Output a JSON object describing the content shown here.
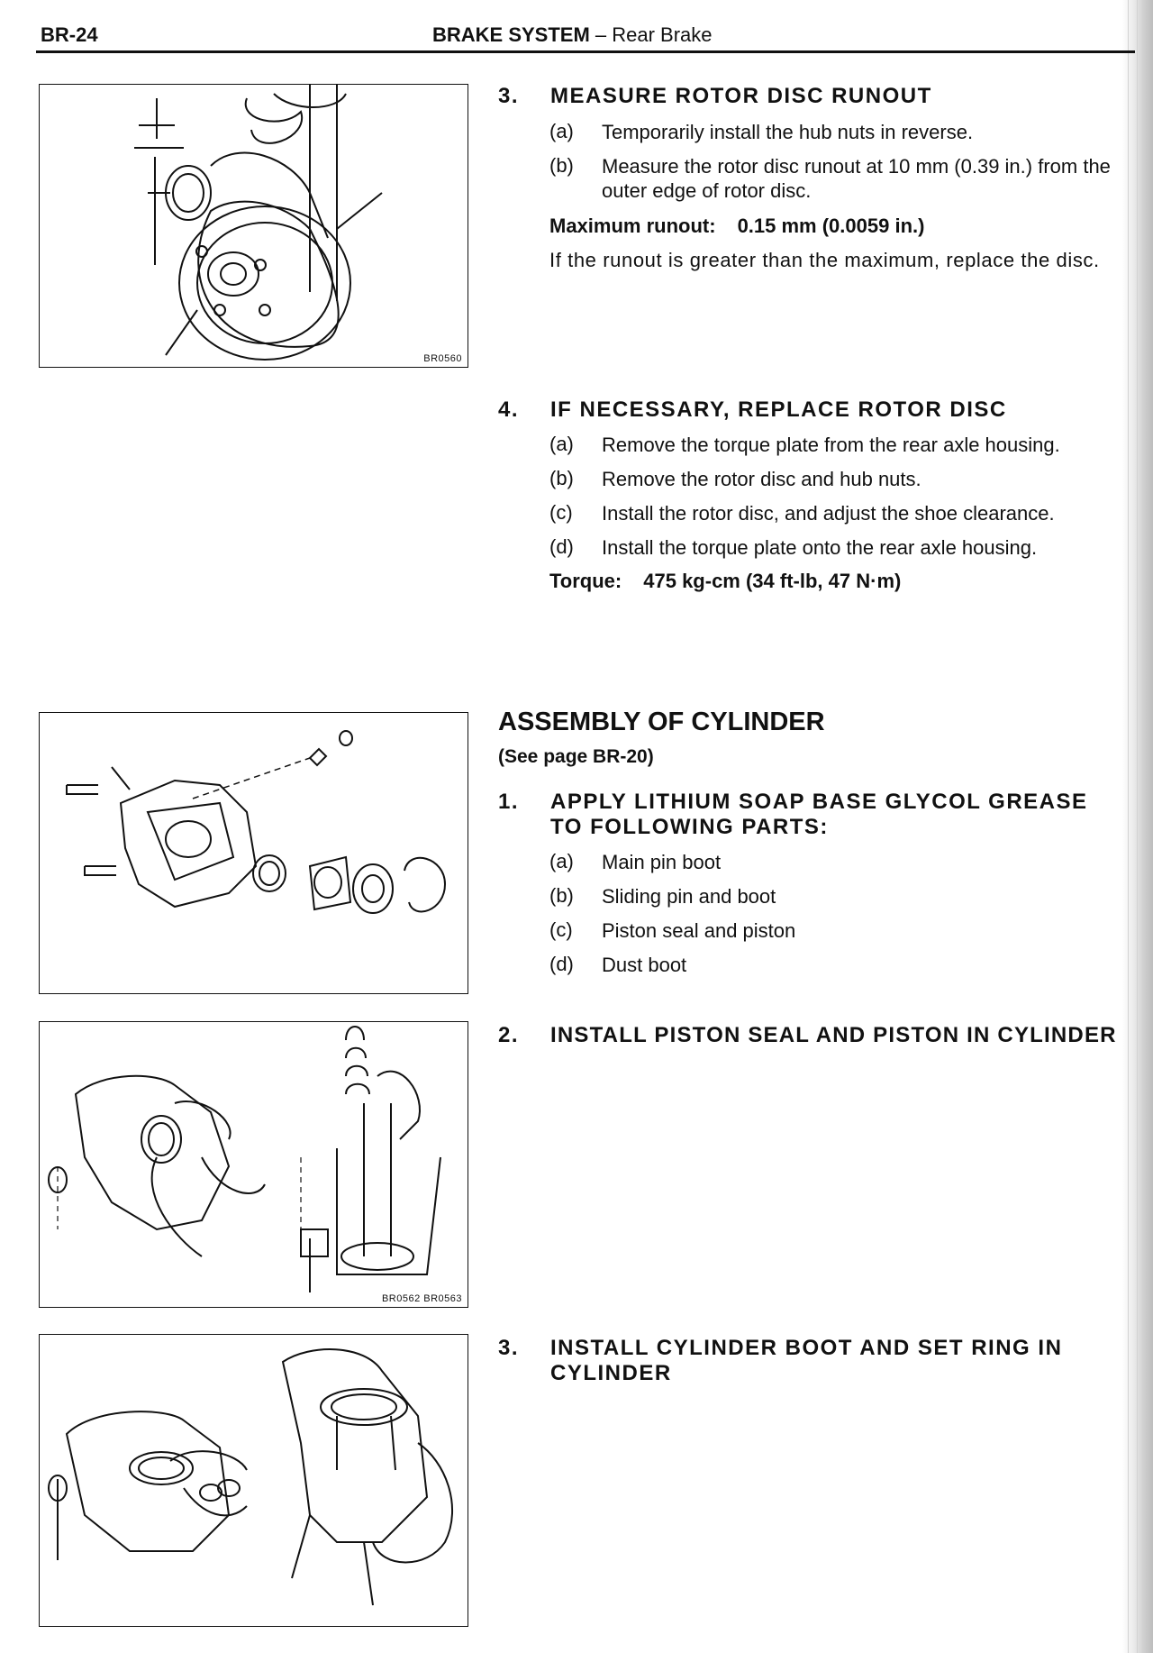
{
  "header": {
    "page_number": "BR-24",
    "section_bold": "BRAKE SYSTEM",
    "section_rest": " – Rear Brake"
  },
  "figures": {
    "fig1_code": "BR0560",
    "fig3_code": "BR0562 BR0563"
  },
  "step_runout": {
    "number": "3.",
    "title": "MEASURE ROTOR DISC RUNOUT",
    "items": [
      {
        "label": "(a)",
        "text": "Temporarily install the hub nuts in reverse."
      },
      {
        "label": "(b)",
        "text": "Measure the rotor disc runout at 10 mm (0.39 in.) from the outer edge of rotor disc."
      }
    ],
    "spec_label": "Maximum runout:",
    "spec_value": "0.15 mm (0.0059 in.)",
    "note": "If the runout is greater than the maximum, replace the disc."
  },
  "step_replace": {
    "number": "4.",
    "title": "IF NECESSARY, REPLACE ROTOR DISC",
    "items": [
      {
        "label": "(a)",
        "text": "Remove the torque plate from the rear axle housing."
      },
      {
        "label": "(b)",
        "text": "Remove the rotor disc and hub nuts."
      },
      {
        "label": "(c)",
        "text": "Install the rotor disc, and adjust the shoe clearance."
      },
      {
        "label": "(d)",
        "text": "Install the torque plate onto the rear axle housing."
      }
    ],
    "spec_label": "Torque:",
    "spec_value": "475 kg-cm (34 ft-lb, 47 N·m)"
  },
  "assembly": {
    "heading": "ASSEMBLY OF CYLINDER",
    "reference": "(See page BR-20)"
  },
  "step_grease": {
    "number": "1.",
    "title": "APPLY LITHIUM SOAP BASE GLYCOL GREASE TO FOLLOWING PARTS:",
    "items": [
      {
        "label": "(a)",
        "text": "Main pin boot"
      },
      {
        "label": "(b)",
        "text": "Sliding pin and boot"
      },
      {
        "label": "(c)",
        "text": "Piston seal and piston"
      },
      {
        "label": "(d)",
        "text": "Dust boot"
      }
    ]
  },
  "step_piston": {
    "number": "2.",
    "title": "INSTALL PISTON SEAL AND PISTON IN CYLINDER"
  },
  "step_boot": {
    "number": "3.",
    "title": "INSTALL CYLINDER BOOT AND SET RING IN CYLINDER"
  }
}
